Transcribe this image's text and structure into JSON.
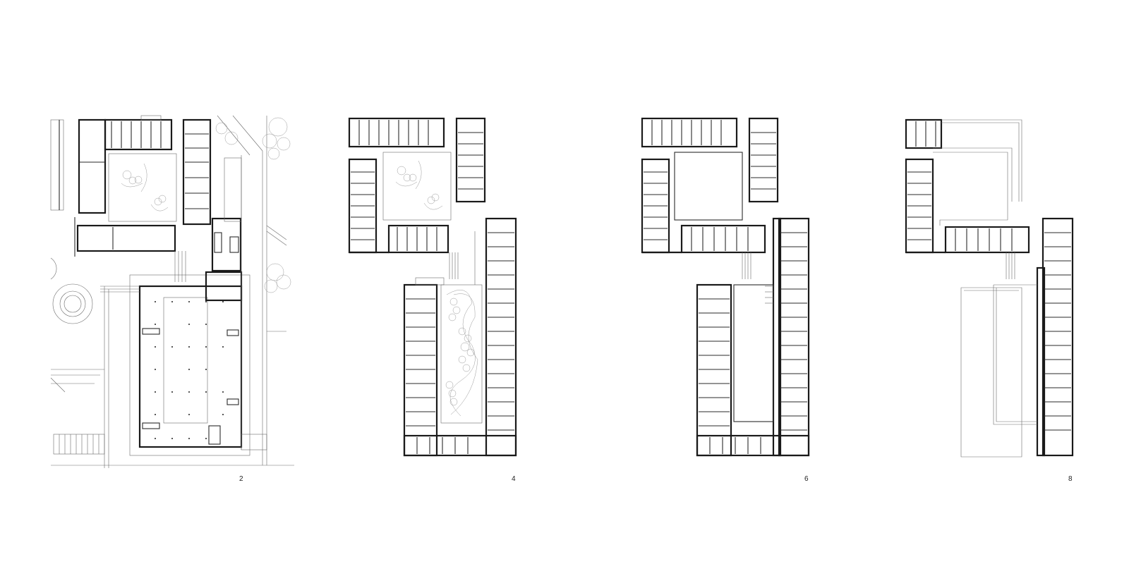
{
  "plans": [
    {
      "id": "plan-2",
      "label": "2"
    },
    {
      "id": "plan-4",
      "label": "4"
    },
    {
      "id": "plan-6",
      "label": "6"
    },
    {
      "id": "plan-8",
      "label": "8"
    }
  ],
  "colors": {
    "ink": "#1a1a1a",
    "paper": "#ffffff",
    "thin": "#6a6a6a"
  }
}
